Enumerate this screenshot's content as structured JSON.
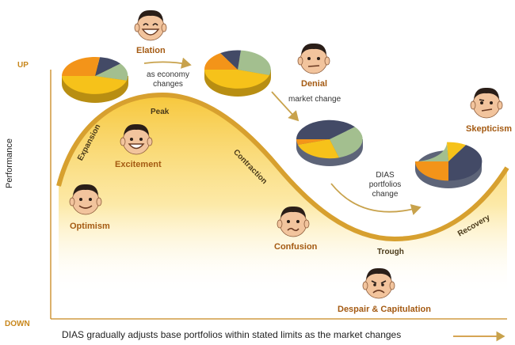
{
  "axis": {
    "up_label": "UP",
    "down_label": "DOWN",
    "y_label": "Performance",
    "footer": "DIAS gradually adjusts base portfolios within stated limits as the market changes"
  },
  "phases": {
    "expansion": "Expansion",
    "peak": "Peak",
    "contraction": "Contraction",
    "trough": "Trough",
    "recovery": "Recovery"
  },
  "emotions": {
    "optimism": "Optimism",
    "excitement": "Excitement",
    "elation": "Elation",
    "denial": "Denial",
    "confusion": "Confusion",
    "despair": "Despair & Capitulation",
    "skepticism": "Skepticism"
  },
  "notes": {
    "economy_line1": "as economy",
    "economy_line2": "changes",
    "market_change": "market change",
    "dias_line1": "DIAS",
    "dias_line2": "portfolios",
    "dias_line3": "change"
  },
  "colors": {
    "curve": "#d7a02f",
    "axis": "#c8871c",
    "pie_yellow": "#f6c21a",
    "pie_orange": "#f39419",
    "pie_navy": "#434a66",
    "pie_green": "#a3bf8f",
    "text_orange": "#a45a12"
  }
}
